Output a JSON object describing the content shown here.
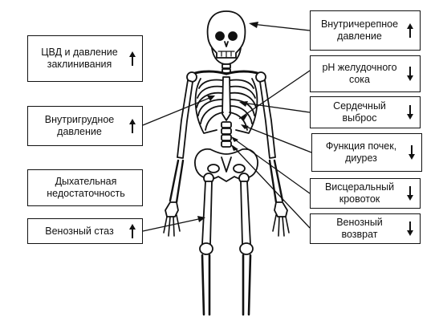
{
  "colors": {
    "ink": "#111111",
    "background": "#ffffff",
    "bone_fill": "#ffffff"
  },
  "figure": {
    "description_icon": "human-skeleton-icon"
  },
  "left_boxes": [
    {
      "id": "cvd",
      "label": "ЦВД и давление\nзаклинивания",
      "direction": "up"
    },
    {
      "id": "intrathoracic",
      "label": "Внутригрудное\nдавление",
      "direction": "up"
    },
    {
      "id": "respiratory",
      "label": "Дыхательная\nнедостаточность",
      "direction": "none"
    },
    {
      "id": "venous_stasis",
      "label": "Венозный стаз",
      "direction": "up"
    }
  ],
  "right_boxes": [
    {
      "id": "intracranial",
      "label": "Внутричерепное\nдавление",
      "direction": "up"
    },
    {
      "id": "gastric_ph",
      "label": "pH желудочного\nсока",
      "direction": "down"
    },
    {
      "id": "cardiac_output",
      "label": "Сердечный\nвыброс",
      "direction": "down"
    },
    {
      "id": "renal",
      "label": "Функция почек,\nдиурез",
      "direction": "down"
    },
    {
      "id": "visceral",
      "label": "Висцеральный\nкровоток",
      "direction": "down"
    },
    {
      "id": "venous_return",
      "label": "Венозный\nвозврат",
      "direction": "down"
    }
  ]
}
